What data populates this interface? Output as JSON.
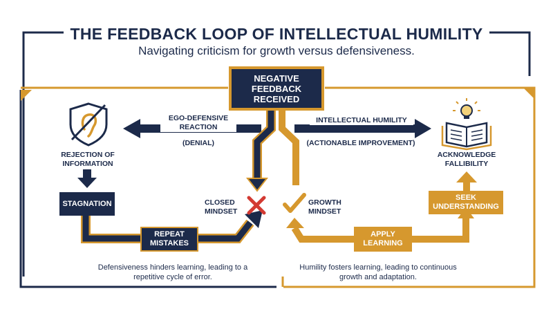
{
  "title": "THE FEEDBACK LOOP OF INTELLECTUAL HUMILITY",
  "subtitle": "Navigating criticism for growth versus defensiveness.",
  "center": {
    "label": "NEGATIVE FEEDBACK RECEIVED"
  },
  "left_path": {
    "arrow_label": "EGO-DEFENSIVE REACTION",
    "arrow_sublabel": "(DENIAL)",
    "icon_label": "REJECTION OF INFORMATION",
    "stagnation": "STAGNATION",
    "repeat": "REPEAT MISTAKES",
    "mindset": "CLOSED MINDSET",
    "caption": "Defensiveness hinders learning, leading to a repetitive cycle of error."
  },
  "right_path": {
    "arrow_label": "INTELLECTUAL HUMILITY",
    "arrow_sublabel": "(ACTIONABLE IMPROVEMENT)",
    "icon_label": "ACKNOWLEDGE FALLIBILITY",
    "seek": "SEEK UNDERSTANDING",
    "apply": "APPLY LEARNING",
    "mindset": "GROWTH MINDSET",
    "caption": "Humility fosters learning, leading to continuous growth and adaptation."
  },
  "colors": {
    "navy": "#1c2a4a",
    "gold": "#d6982e",
    "red": "#d33a32"
  },
  "icons": [
    "ear-shield-icon",
    "open-book-lightbulb-icon",
    "red-x-icon",
    "checkmark-icon"
  ]
}
